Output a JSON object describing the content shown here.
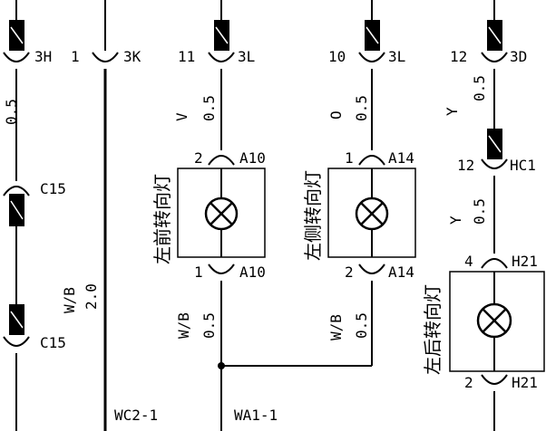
{
  "connectors": {
    "c1_top": "3H",
    "c2_top_pin": "1",
    "c2_top": "3K",
    "c3_top_pin": "11",
    "c3_top": "3L",
    "c4_top_pin": "10",
    "c4_top": "3L",
    "c5_top_pin": "12",
    "c5_top": "3D",
    "c1_mid": "C15",
    "c1_low": "C15",
    "lamp1_top_pin": "2",
    "lamp1_top": "A10",
    "lamp1_bot_pin": "1",
    "lamp1_bot": "A10",
    "lamp2_top_pin": "1",
    "lamp2_top": "A14",
    "lamp2_bot_pin": "2",
    "lamp2_bot": "A14",
    "hc1_pin": "12",
    "hc1": "HC1",
    "lamp3_top_pin": "4",
    "lamp3_top": "H21",
    "lamp3_bot_pin": "2",
    "lamp3_bot": "H21"
  },
  "wires": {
    "w1_size": "0.5",
    "w2_color": "W/B",
    "w2_size": "2.0",
    "w3_color": "V",
    "w3_size": "0.5",
    "w4_color": "O",
    "w4_size": "0.5",
    "w5_color": "Y",
    "w5_size": "0.5",
    "w5b_color": "Y",
    "w5b_size": "0.5",
    "w6_color": "W/B",
    "w6_size": "0.5",
    "w7_color": "W/B",
    "w7_size": "0.5"
  },
  "components": {
    "lamp1": "左前转向灯",
    "lamp2": "左侧转向灯",
    "lamp3": "左后转向灯"
  },
  "harness": {
    "h1": "WC2-1",
    "h2": "WA1-1"
  },
  "colors": {
    "line": "#000000",
    "background": "#ffffff"
  },
  "icons": {
    "lamp": "lamp-cross-circle-icon",
    "fuse": "inline-connector-block-icon"
  }
}
